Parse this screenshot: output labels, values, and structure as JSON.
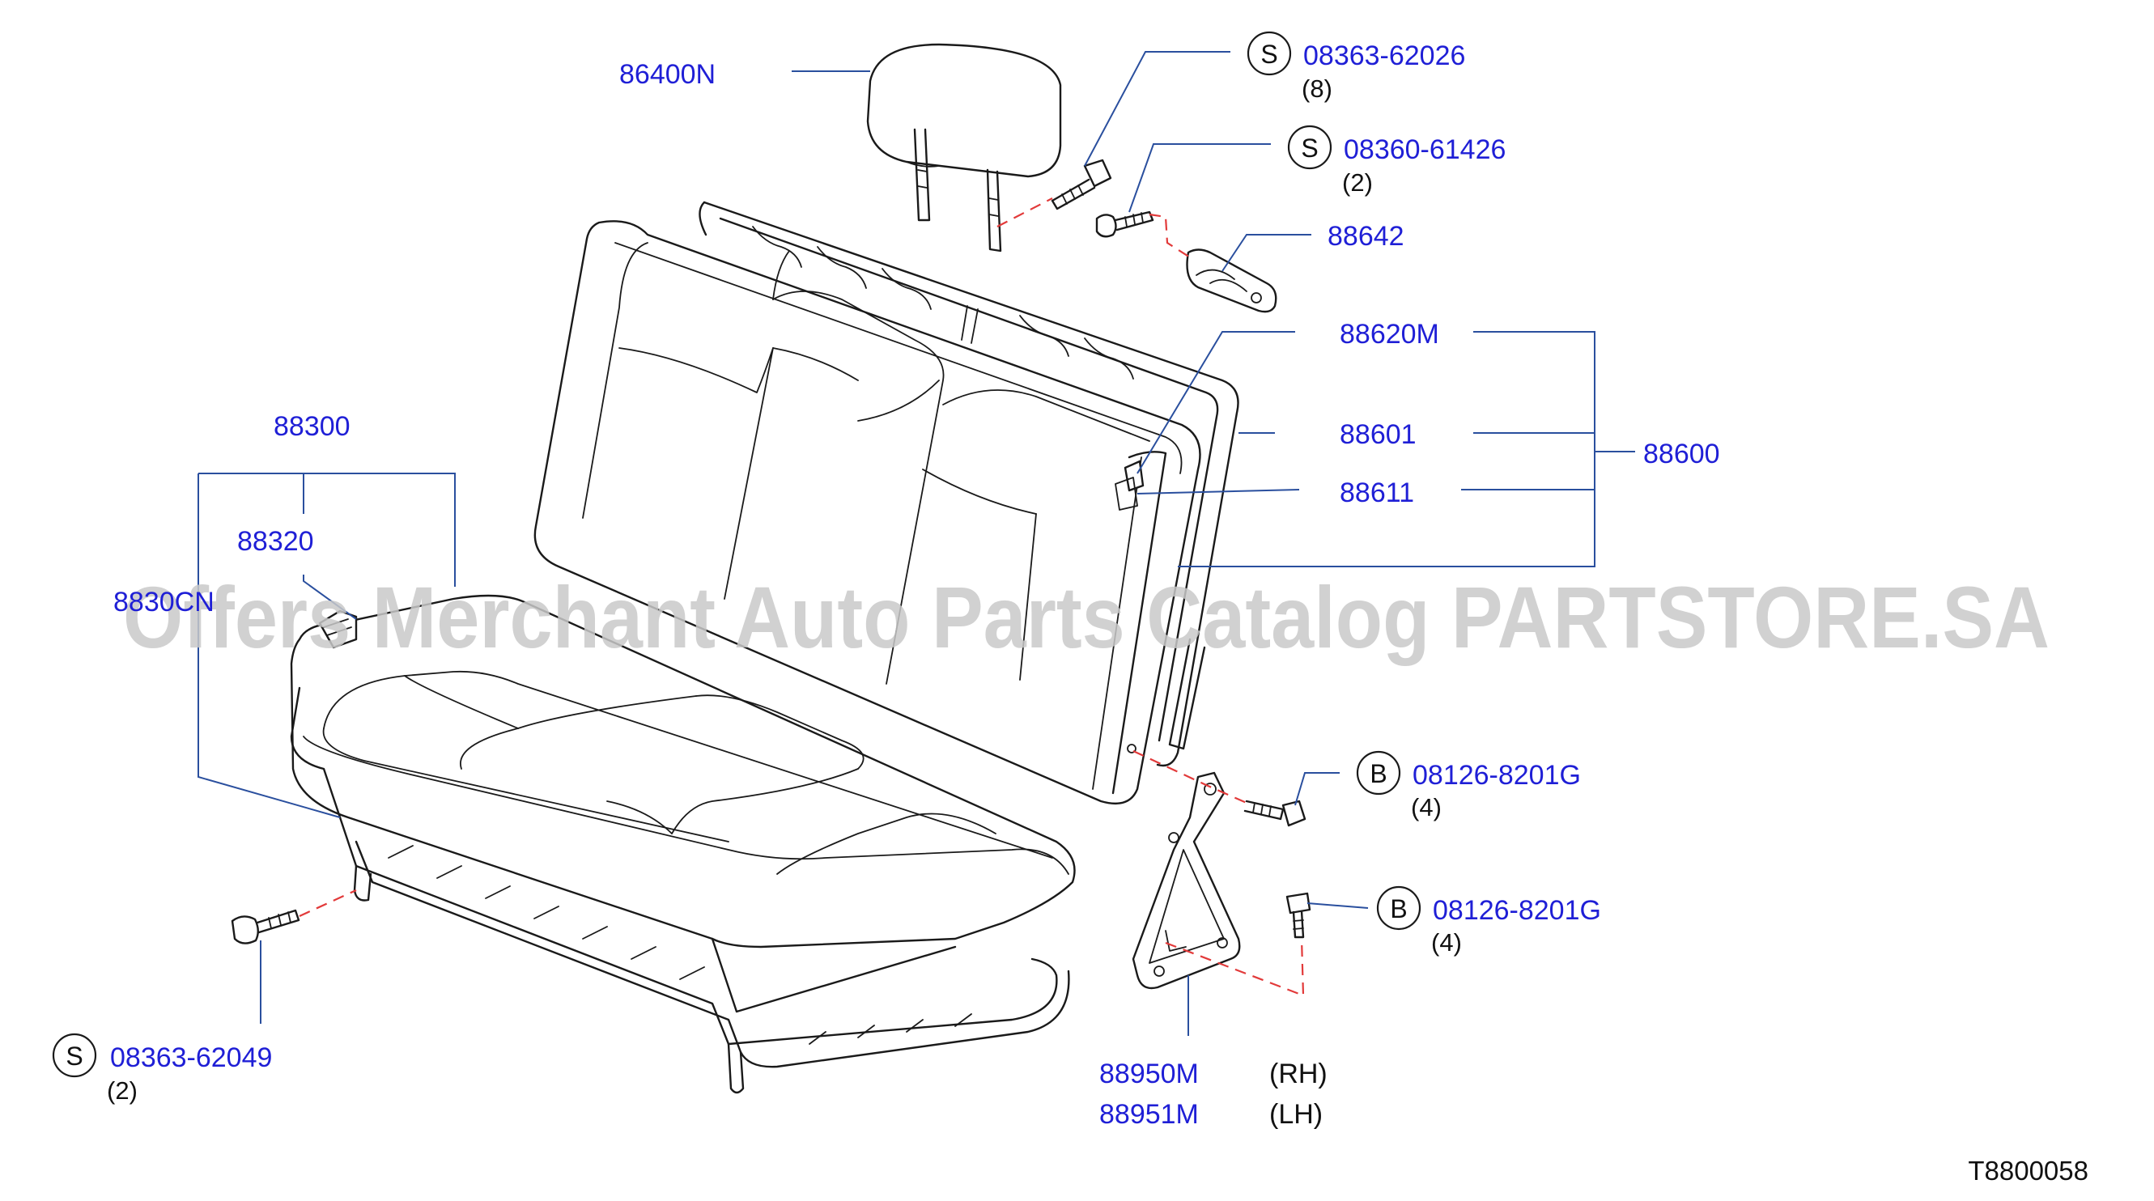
{
  "labels": {
    "headrest": "86400N",
    "screw_top": "08363-62026",
    "screw_top_qty": "(8)",
    "screw_top_prefix": "S",
    "bolt_top": "08360-61426",
    "bolt_top_qty": "(2)",
    "bolt_top_prefix": "S",
    "striker": "88642",
    "back_cover": "88620M",
    "back_pad": "88601",
    "back_frame": "88611",
    "seat_back_assy": "88600",
    "cushion_assy": "88300",
    "cushion_cover": "88320",
    "cushion_pad": "8830CN",
    "bolt_mid": "08126-8201G",
    "bolt_mid_qty": "(4)",
    "bolt_mid_prefix": "B",
    "bolt_low": "08126-8201G",
    "bolt_low_qty": "(4)",
    "bolt_low_prefix": "B",
    "screw_bottom": "08363-62049",
    "screw_bottom_qty": "(2)",
    "screw_bottom_prefix": "S",
    "bracket_rh": "88950M",
    "bracket_rh_side": "(RH)",
    "bracket_lh": "88951M",
    "bracket_lh_side": "(LH)",
    "diagram_code": "T8800058"
  },
  "watermark": "Offers Merchant Auto Parts Catalog PARTSTORE.SA",
  "colors": {
    "part_number": "#1f1fd6",
    "leader": "#2a4f9e",
    "dashed_guide": "#e23a3a",
    "line_art": "#1a1a1a",
    "watermark": "#c9c9c9"
  }
}
